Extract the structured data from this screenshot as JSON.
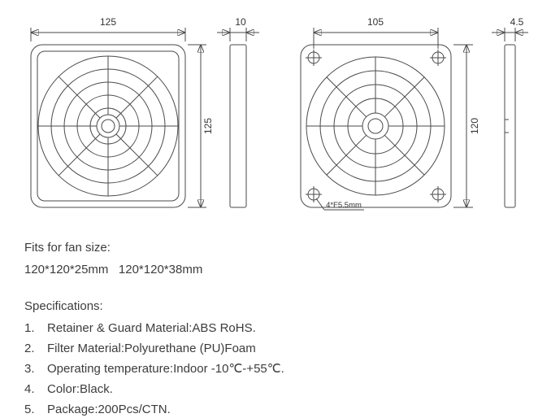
{
  "views": {
    "filter_front": {
      "width_label": "125",
      "height_label": "125"
    },
    "filter_side": {
      "thickness_label": "10"
    },
    "guard_front": {
      "hole_pitch_label": "105",
      "height_label": "120",
      "hole_note": "4*F5.5mm"
    },
    "guard_side": {
      "thickness_label": "4.5"
    }
  },
  "info": {
    "fits_title": "Fits for fan size:",
    "fits_sizes": "120*120*25mm   120*120*38mm",
    "spec_title": "Specifications:",
    "specs": [
      {
        "num": "1.",
        "text": "Retainer & Guard Material:ABS RoHS."
      },
      {
        "num": "2.",
        "text": "Filter Material:Polyurethane (PU)Foam"
      },
      {
        "num": "3.",
        "text": "Operating temperature:Indoor -10℃-+55℃."
      },
      {
        "num": "4.",
        "text": "Color:Black."
      },
      {
        "num": "5.",
        "text": "Package:200Pcs/CTN."
      }
    ]
  }
}
